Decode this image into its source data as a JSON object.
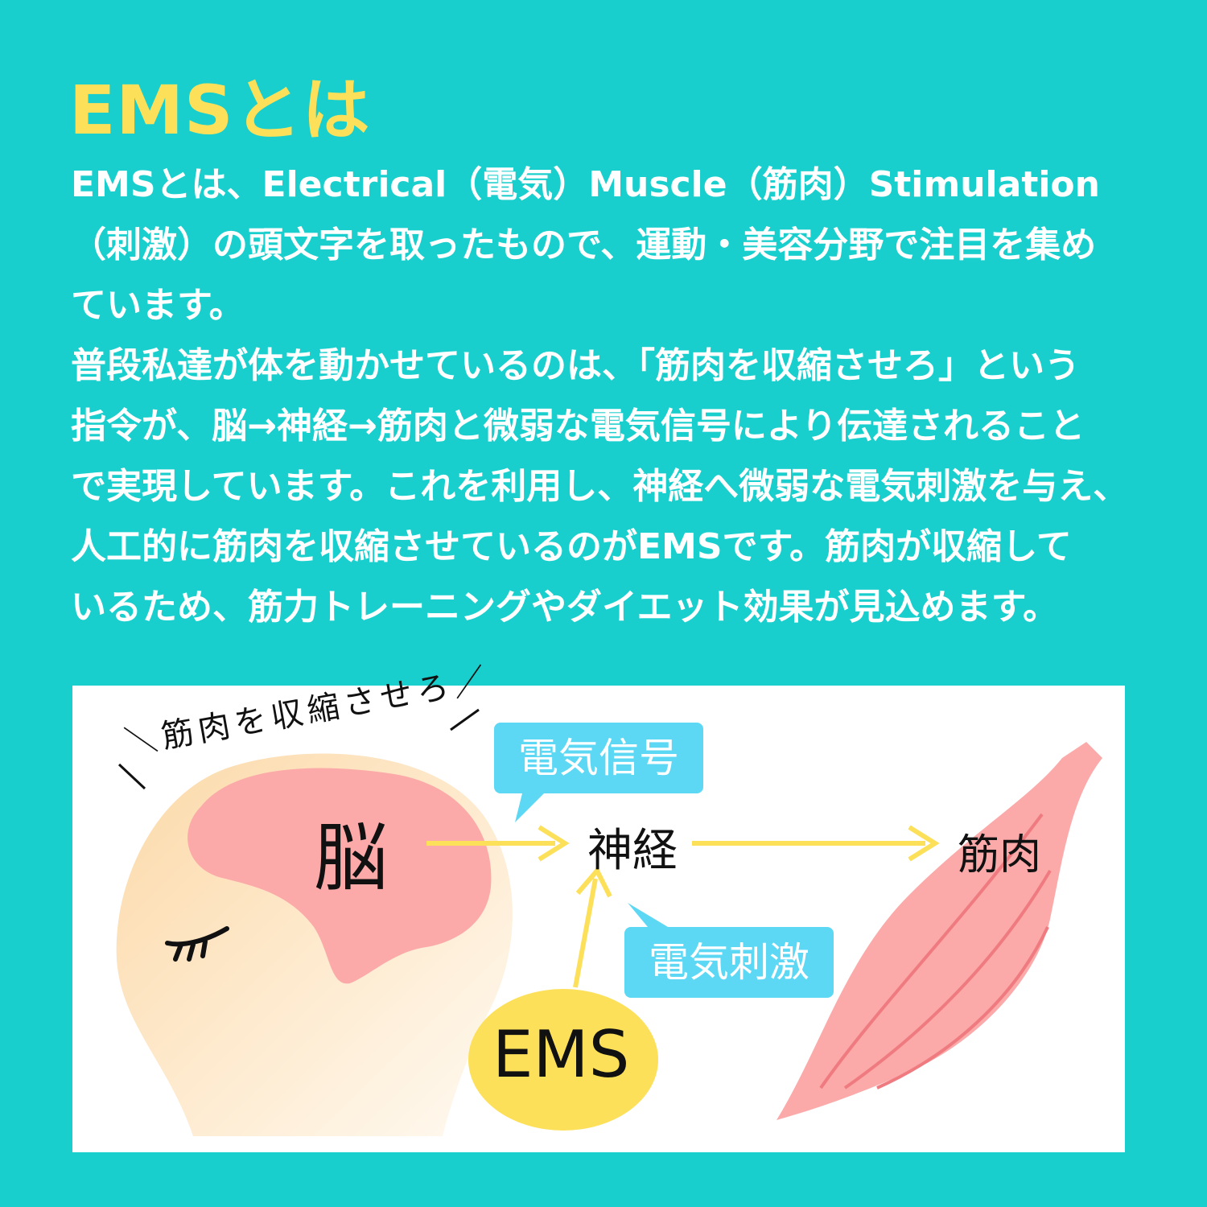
{
  "title": "EMSとは",
  "paragraph_lines": [
    "EMSとは、Electrical（電気）Muscle（筋肉）Stimulation",
    "（刺激）の頭文字を取ったもので、運動・美容分野で注目を集め",
    "ています。",
    "普段私達が体を動かせているのは、「筋肉を収縮させろ」という",
    "指令が、脳→神経→筋肉と微弱な電気信号により伝達されること",
    "で実現しています。これを利用し、神経へ微弱な電気刺激を与え、",
    "人工的に筋肉を収縮させているのがEMSです。筋肉が収縮して",
    "いるため、筋力トレーニングやダイエット効果が見込めます。"
  ],
  "diagram": {
    "command": "＼筋肉を収縮させろ／",
    "brain": "脳",
    "nerve": "神経",
    "muscle": "筋肉",
    "signal_bubble": "電気信号",
    "stimulus_bubble": "電気刺激",
    "ems": "EMS"
  },
  "colors": {
    "background": "#19cfcd",
    "title": "#fde05a",
    "bubble": "#5cd8f5",
    "arrow": "#fde05a",
    "brain": "#fbaaa9"
  }
}
